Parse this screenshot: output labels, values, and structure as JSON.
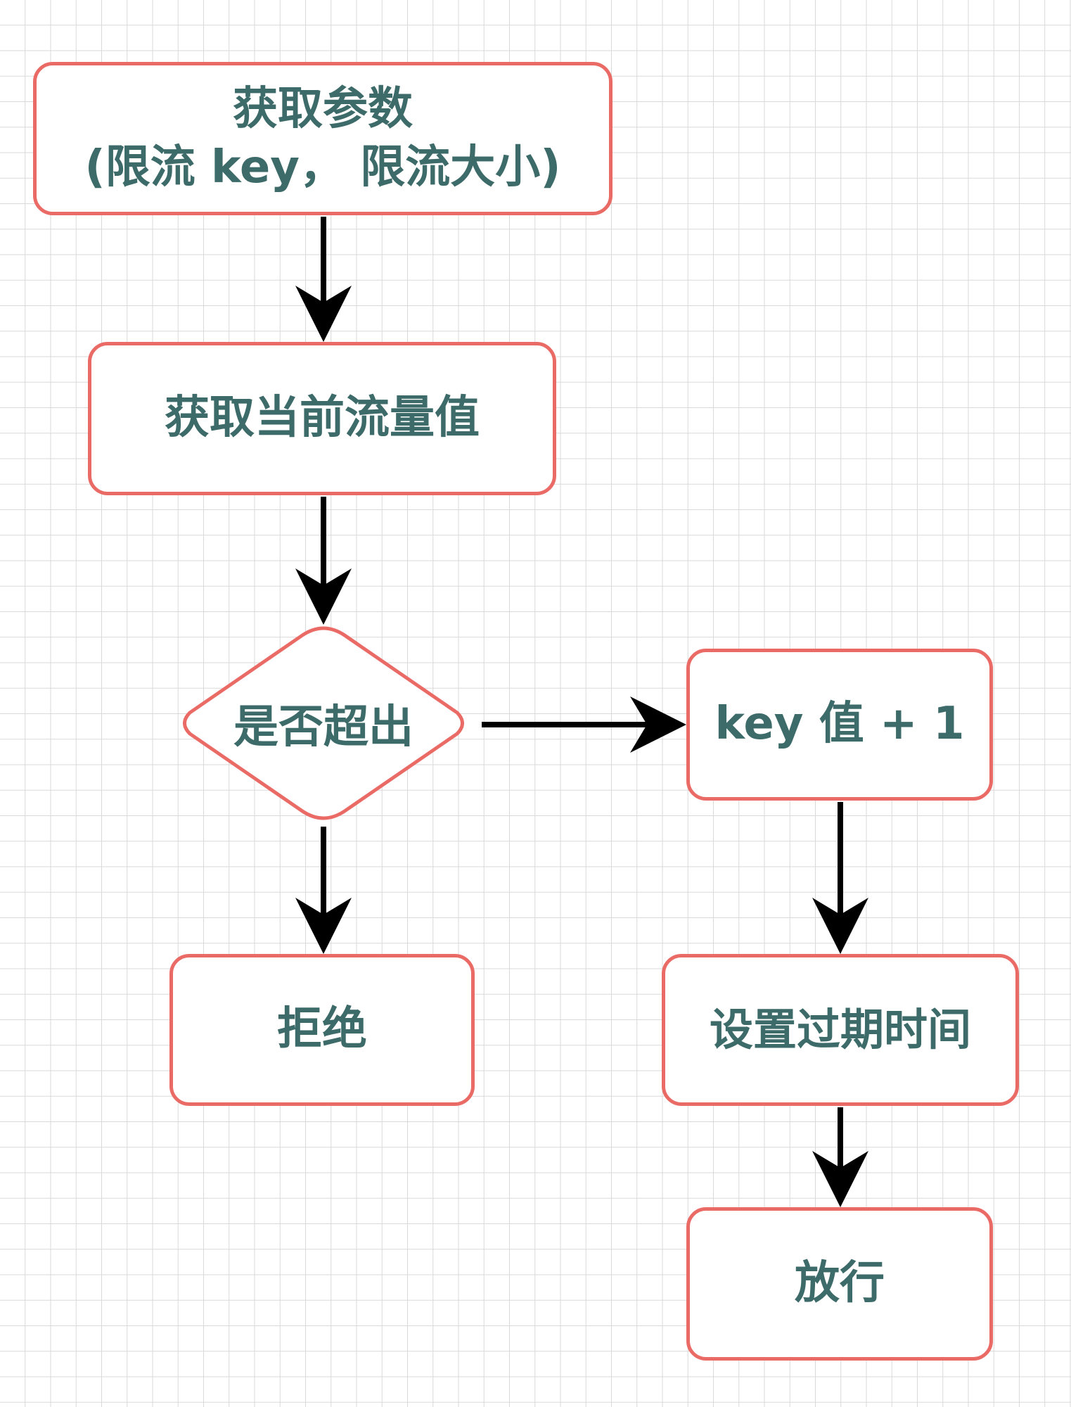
{
  "diagram": {
    "nodes": {
      "get_params": {
        "line1": "获取参数",
        "line2": "(限流 key， 限流大小)"
      },
      "get_current": {
        "label": "获取当前流量值"
      },
      "exceeded": {
        "label": "是否超出"
      },
      "key_incr": {
        "label": "key 值 + 1"
      },
      "reject": {
        "label": "拒绝"
      },
      "set_expire": {
        "label": "设置过期时间"
      },
      "allow": {
        "label": "放行"
      }
    },
    "edges": [
      {
        "from": "get_params",
        "to": "get_current"
      },
      {
        "from": "get_current",
        "to": "exceeded"
      },
      {
        "from": "exceeded",
        "to": "key_incr"
      },
      {
        "from": "exceeded",
        "to": "reject"
      },
      {
        "from": "key_incr",
        "to": "set_expire"
      },
      {
        "from": "set_expire",
        "to": "allow"
      }
    ]
  },
  "colors": {
    "node_border": "#ea6b66",
    "node_text": "#3d6b69",
    "arrow": "#000000",
    "grid": "#d9d9d9"
  }
}
